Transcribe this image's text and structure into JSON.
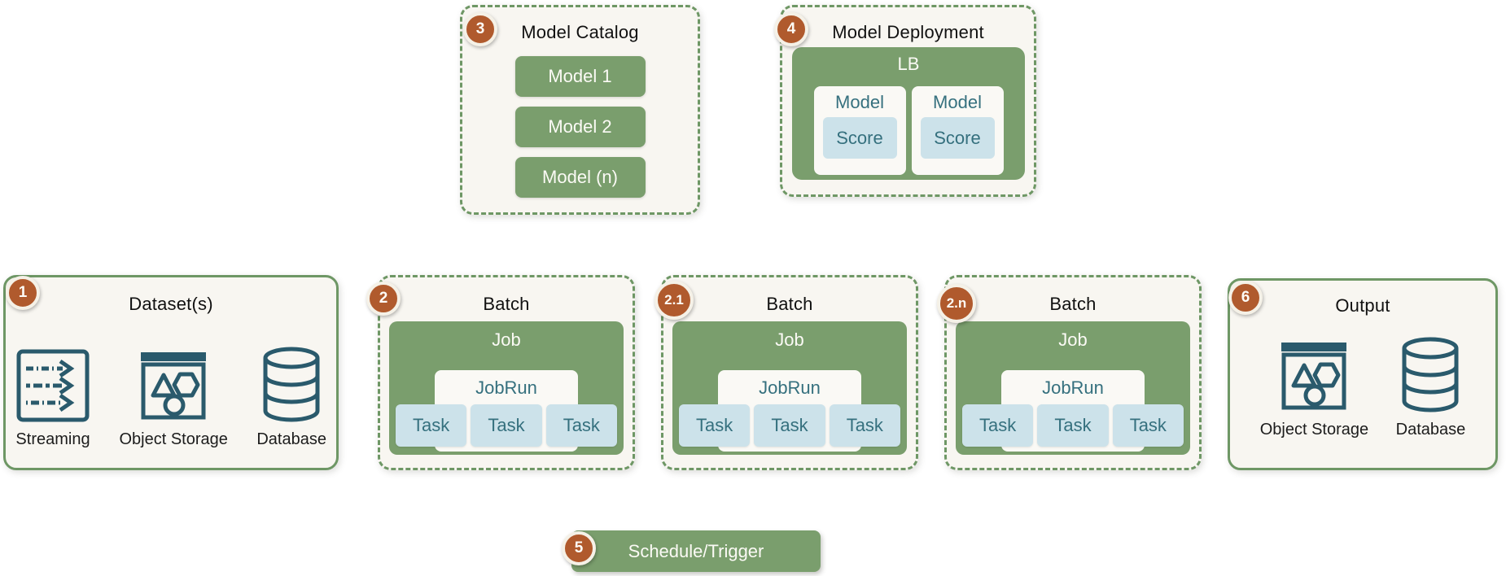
{
  "palette": {
    "green_fill": "#7A9E6D",
    "green_border": "#6E9765",
    "panel_cream": "#F8F6F1",
    "badge_orange": "#B05A2D",
    "teal_text": "#35707E",
    "icon_teal": "#2A5A6C",
    "light_blue": "#CCE2EA"
  },
  "dataset": {
    "badge": "1",
    "title": "Dataset(s)",
    "items": [
      {
        "icon": "streaming-icon",
        "label": "Streaming"
      },
      {
        "icon": "object-storage-icon",
        "label": "Object Storage"
      },
      {
        "icon": "database-icon",
        "label": "Database"
      }
    ]
  },
  "batches": [
    {
      "badge": "2",
      "title": "Batch",
      "job": "Job",
      "jobrun": "JobRun",
      "tasks": [
        "Task",
        "Task",
        "Task"
      ]
    },
    {
      "badge": "2.1",
      "title": "Batch",
      "job": "Job",
      "jobrun": "JobRun",
      "tasks": [
        "Task",
        "Task",
        "Task"
      ]
    },
    {
      "badge": "2.n",
      "title": "Batch",
      "job": "Job",
      "jobrun": "JobRun",
      "tasks": [
        "Task",
        "Task",
        "Task"
      ]
    }
  ],
  "model_catalog": {
    "badge": "3",
    "title": "Model Catalog",
    "models": [
      "Model 1",
      "Model 2",
      "Model (n)"
    ]
  },
  "model_deployment": {
    "badge": "4",
    "title": "Model Deployment",
    "load_balancer": "LB",
    "replicas": [
      {
        "model": "Model",
        "score": "Score"
      },
      {
        "model": "Model",
        "score": "Score"
      }
    ]
  },
  "schedule": {
    "badge": "5",
    "label": "Schedule/Trigger"
  },
  "output": {
    "badge": "6",
    "title": "Output",
    "items": [
      {
        "icon": "object-storage-icon",
        "label": "Object Storage"
      },
      {
        "icon": "database-icon",
        "label": "Database"
      }
    ]
  }
}
